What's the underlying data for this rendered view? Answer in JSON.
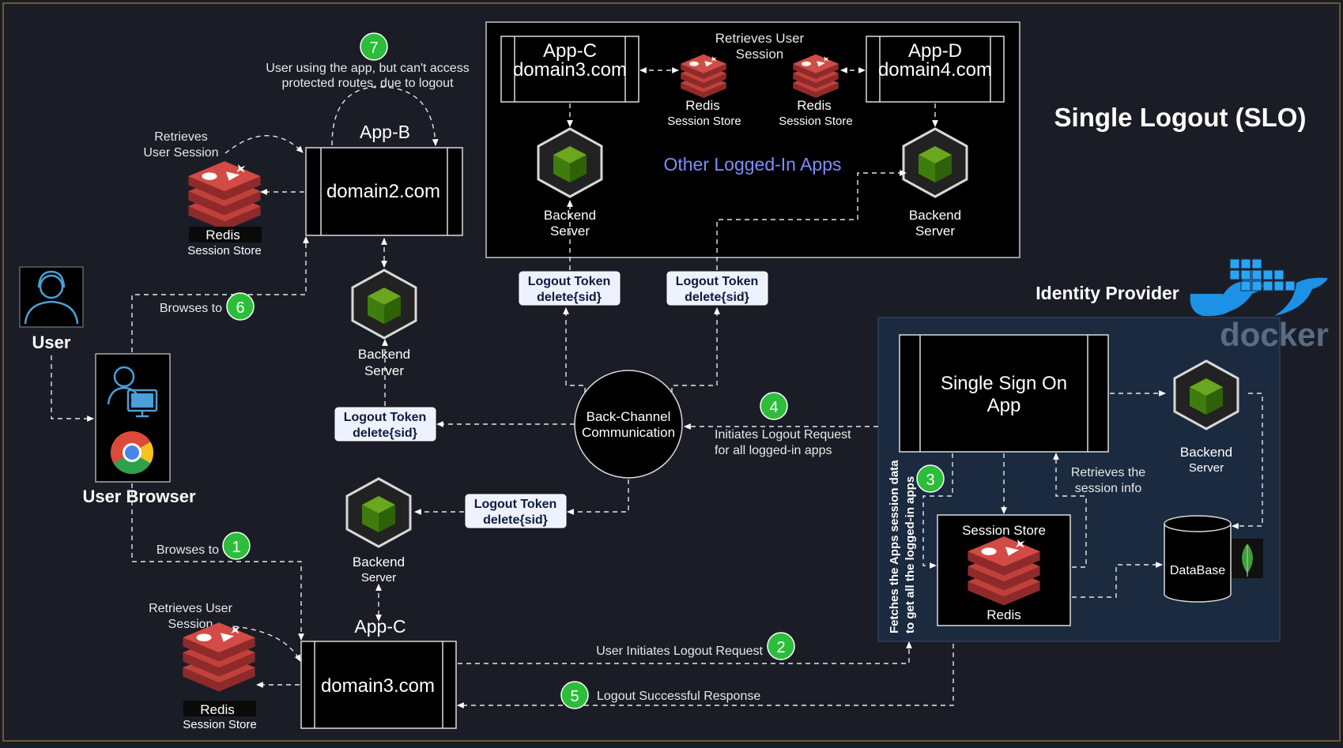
{
  "title": "Single Logout (SLO)",
  "user": {
    "label": "User"
  },
  "browser": {
    "label": "User Browser"
  },
  "app_b": {
    "label": "App-B",
    "domain": "domain2.com",
    "note_lines": [
      "User using the app, but can't access",
      "protected routes, due to logout"
    ],
    "retrieves_lines": [
      "Retrieves",
      "User Session"
    ],
    "redis_label": "Redis",
    "redis_sub": "Session Store",
    "backend_lines": [
      "Backend",
      "Server"
    ]
  },
  "app_c": {
    "label": "App-C",
    "domain": "domain3.com",
    "retrieves_lines": [
      "Retrieves User",
      "Session"
    ],
    "redis_label": "Redis",
    "redis_sub": "Session Store",
    "backend_lines": [
      "Backend",
      "Server"
    ]
  },
  "other_apps": {
    "title": "Other Logged-In Apps",
    "app_c_lines": [
      "App-C",
      "domain3.com"
    ],
    "app_d_lines": [
      "App-D",
      "domain4.com"
    ],
    "retrieves_lines": [
      "Retrieves User",
      "Session"
    ],
    "redis_left_label": "Redis",
    "redis_left_sub": "Session Store",
    "redis_right_label": "Redis",
    "redis_right_sub": "Session Store",
    "backend_left_lines": [
      "Backend",
      "Server"
    ],
    "backend_right_lines": [
      "Backend",
      "Server"
    ]
  },
  "logout_token": {
    "line1": "Logout Token",
    "line2": "delete{sid}"
  },
  "back_channel": {
    "lines": [
      "Back-Channel",
      "Communication"
    ]
  },
  "idp": {
    "title": "Identity Provider",
    "docker_label": "docker",
    "sso_lines": [
      "Single Sign On",
      "App"
    ],
    "backend_lines": [
      "Backend",
      "Server"
    ],
    "session_store_title": "Session Store",
    "session_store_redis": "Redis",
    "database_label": "DataBase",
    "retrieves_lines": [
      "Retrieves the",
      "session info"
    ],
    "fetch_lines": [
      "Fetches the Apps session data",
      "to get all the logged-in apps"
    ]
  },
  "steps": {
    "s1": {
      "num": "1",
      "text": "Browses to"
    },
    "s2": {
      "num": "2",
      "text": "User Initiates Logout Request"
    },
    "s3": {
      "num": "3"
    },
    "s4": {
      "num": "4",
      "lines": [
        "Initiates Logout Request",
        "for all logged-in apps"
      ]
    },
    "s5": {
      "num": "5",
      "text": "Logout Successful Response"
    },
    "s6": {
      "num": "6",
      "text": "Browses to"
    },
    "s7": {
      "num": "7"
    }
  },
  "colors": {
    "background": "#1a1d26",
    "panel_dark": "#000000",
    "idp_panel": "#1b2a3f",
    "step_green": "#2dbd3b",
    "other_apps_title": "#7f8cff",
    "redis_red": "#b33a3a",
    "cube_green": "#4e8a12",
    "token_fill": "#eef2ff",
    "docker_blue": "#1d91e6",
    "mongo_green": "#3fa037"
  },
  "icons": [
    "user-icon",
    "browser-user-icon",
    "chrome-icon",
    "redis-icon",
    "backend-cube-icon",
    "docker-icon",
    "mongodb-leaf-icon",
    "database-cylinder-icon"
  ]
}
